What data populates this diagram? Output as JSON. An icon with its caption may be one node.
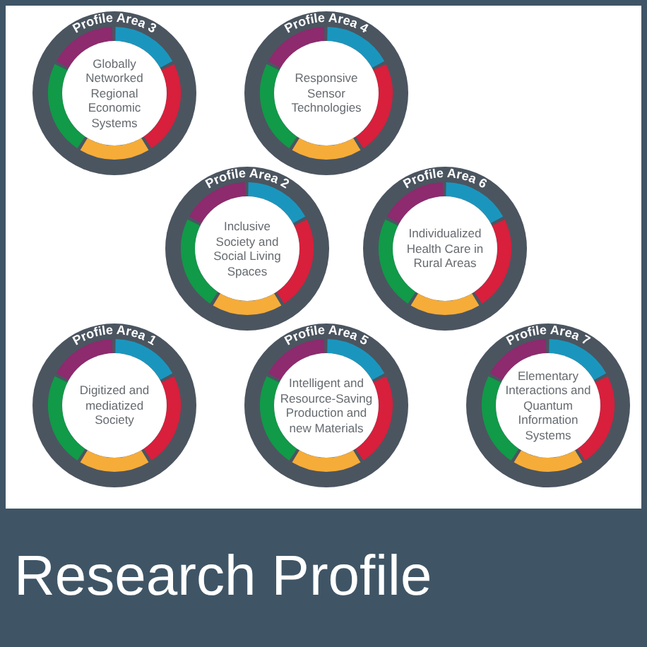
{
  "diagram": {
    "title": "Research Profile",
    "nodes": [
      {
        "text": [
          "Profile Area 3",
          "Globally Networked Regional Economic Systems"
        ]
      },
      {
        "text": [
          "Profile Area 4",
          "Responsive Sensor Technologies"
        ]
      },
      {
        "text": [
          "Profile Area 2",
          "Inclusive Society and Social Living Spaces"
        ]
      },
      {
        "text": [
          "Profile Area 6",
          "Individualized Health Care in Rural Areas"
        ]
      },
      {
        "text": [
          "Profile Area 1",
          "Digitized and mediatized Society"
        ]
      },
      {
        "text": [
          "Profile Area 5",
          "Intelligent and Resource-Saving Production and new Materials"
        ]
      },
      {
        "text": [
          "Profile Area 7",
          "Elementary Interactions and Quantum Information Systems"
        ]
      }
    ]
  }
}
